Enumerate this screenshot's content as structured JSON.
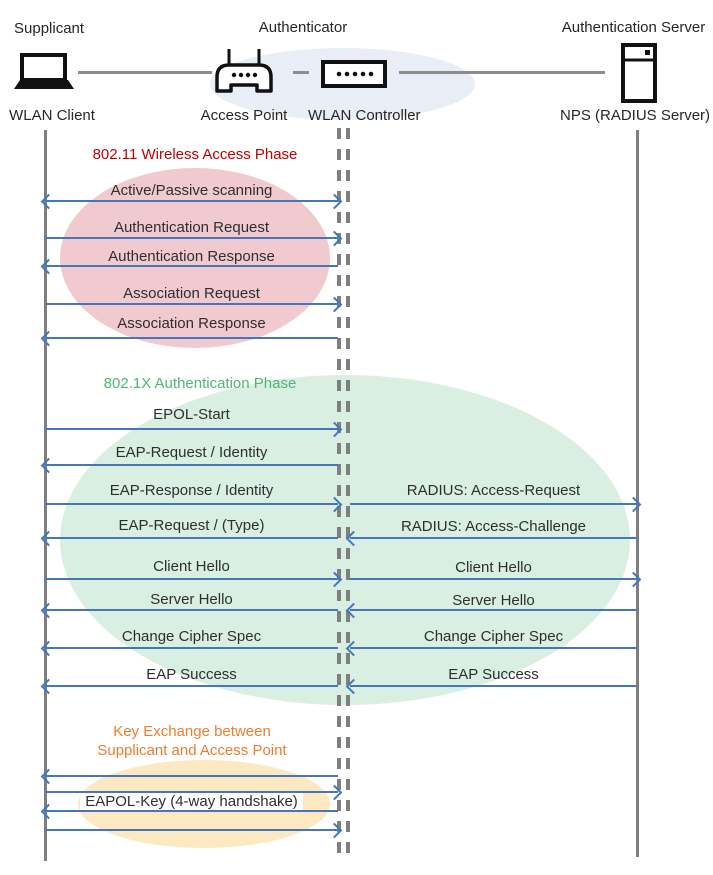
{
  "actors": {
    "supplicant_role": "Supplicant",
    "authenticator_role": "Authenticator",
    "server_role": "Authentication Server",
    "wlan_client": "WLAN Client",
    "access_point": "Access Point",
    "wlan_controller": "WLAN Controller",
    "nps": "NPS (RADIUS Server)"
  },
  "phases": {
    "p80211": {
      "title": "802.11 Wireless Access Phase"
    },
    "p8021x": {
      "title": "802.1X Authentication Phase"
    },
    "key_exchange": {
      "title_line1": "Key Exchange between",
      "title_line2": "Supplicant and Access Point"
    }
  },
  "messages": {
    "scanning": "Active/Passive scanning",
    "auth_request": "Authentication Request",
    "auth_response": "Authentication Response",
    "assoc_request": "Association Request",
    "assoc_response": "Association Response",
    "epol_start": "EPOL-Start",
    "eap_request_identity": "EAP-Request / Identity",
    "eap_response_identity": "EAP-Response / Identity",
    "radius_access_request": "RADIUS: Access-Request",
    "eap_request_type": "EAP-Request / (Type)",
    "radius_access_challenge": "RADIUS: Access-Challenge",
    "client_hello": "Client Hello",
    "server_hello": "Server Hello",
    "change_cipher_spec": "Change Cipher Spec",
    "eap_success": "EAP Success",
    "eapol_key": "EAPOL-Key (4-way handshake)"
  },
  "icons": [
    "laptop-icon",
    "access-point-icon",
    "wlan-controller-icon",
    "server-icon"
  ],
  "colors": {
    "arrow": "#4576BC",
    "lifeline": "#7F7F7F",
    "text": "#2E2E2E",
    "pink_fill": "#F0CACF",
    "green_fill": "#D8EFE1",
    "yellow_fill": "#FCE9C1",
    "blue_fill": "#E9EDF6",
    "red_title": "#C00000",
    "green_title": "#4FB673",
    "orange_title": "#ED7D31"
  }
}
